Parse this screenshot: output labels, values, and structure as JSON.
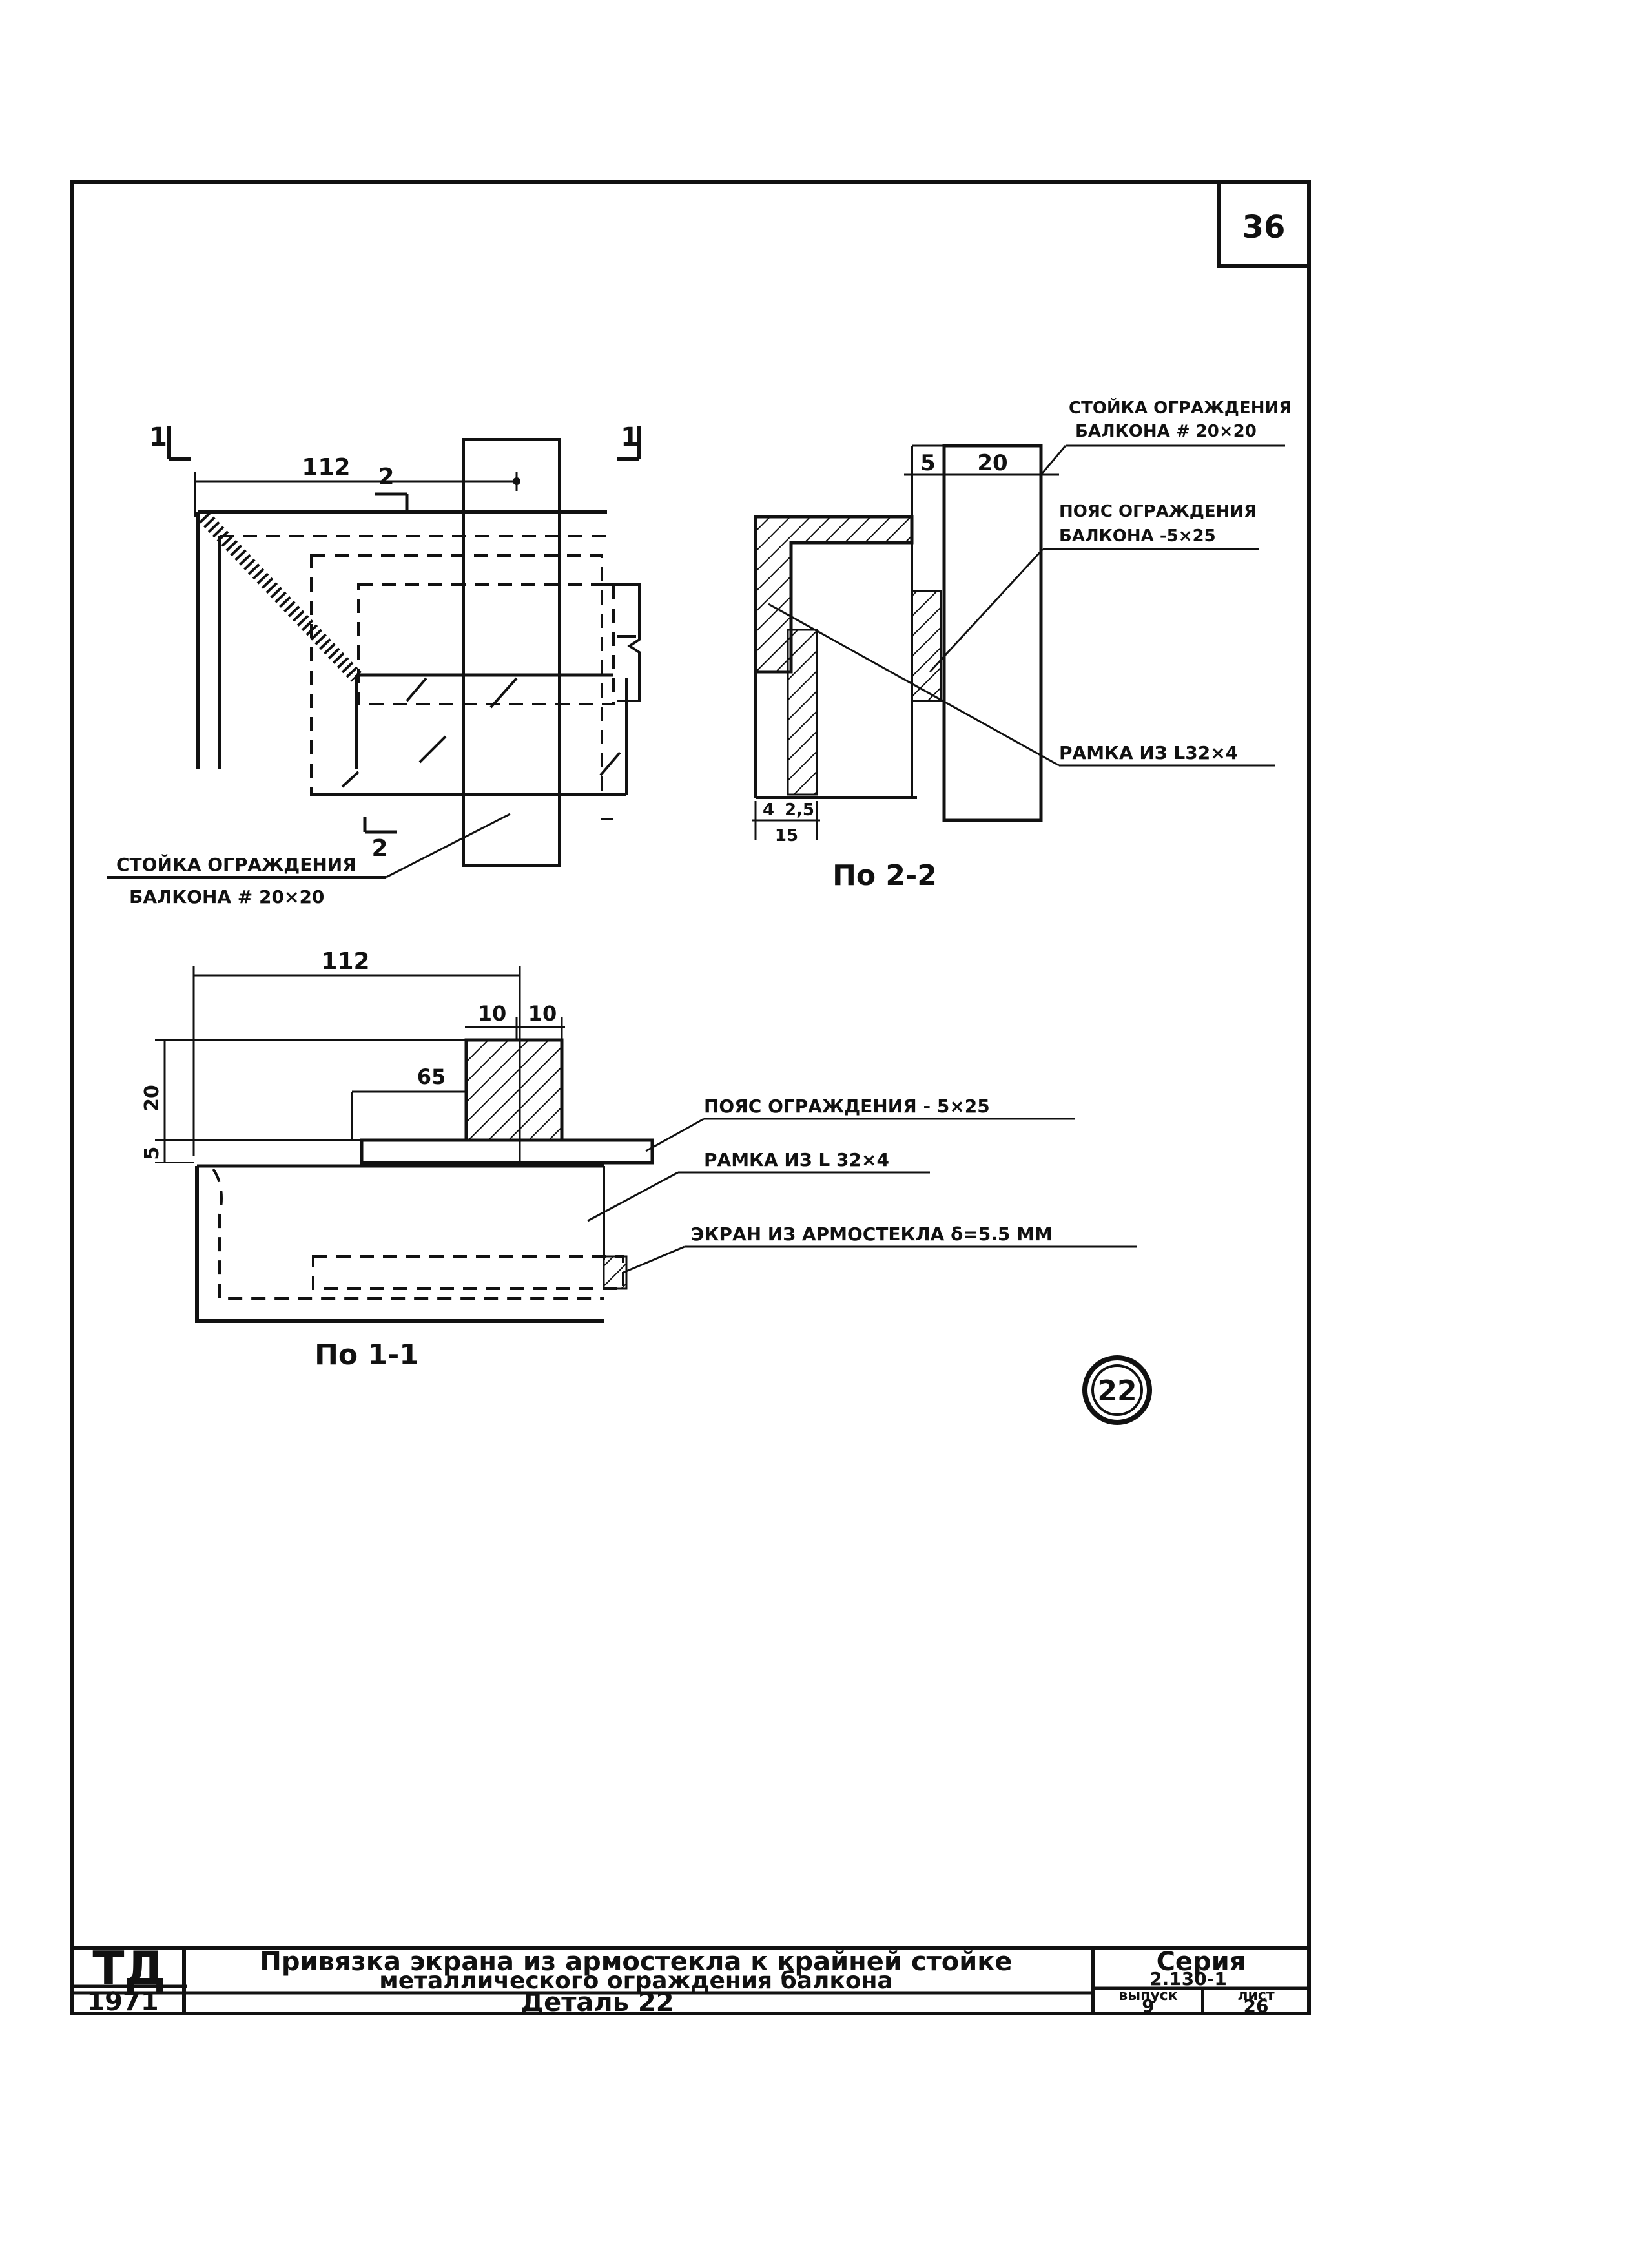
{
  "sheet_number": "36",
  "section_marks": {
    "one": "1",
    "two": "2"
  },
  "view_top": {
    "dim_112": "112",
    "label_post": [
      "СТОЙКА ОГРАЖДЕНИЯ",
      "БАЛКОНА # 20×20"
    ]
  },
  "section_2_2": {
    "title": "По 2-2",
    "dim_5": "5",
    "dim_20": "20",
    "dim_4": "4",
    "dim_2_5": "2,5",
    "dim_15": "15",
    "label_post": [
      "СТОЙКА ОГРАЖДЕНИЯ",
      "БАЛКОНА # 20×20"
    ],
    "label_belt": [
      "ПОЯС ОГРАЖДЕНИЯ",
      "БАЛКОНА -5×25"
    ],
    "label_frame": "РАМКА ИЗ L32×4"
  },
  "section_1_1": {
    "title": "По 1-1",
    "dim_112": "112",
    "dim_10a": "10",
    "dim_10b": "10",
    "dim_65": "65",
    "dim_20": "20",
    "dim_5": "5",
    "label_belt": "ПОЯС ОГРАЖДЕНИЯ - 5×25",
    "label_frame": "РАМКА ИЗ L 32×4",
    "label_screen": "ЭКРАН ИЗ АРМОСТЕКЛА δ=5.5 ММ"
  },
  "detail_marker": "22",
  "title_block": {
    "code": "ТД",
    "year": "1971",
    "title_line1": "Привязка экрана из армостекла к крайней стойке",
    "title_line2": "металлического ограждения балкона",
    "subtitle": "Деталь 22",
    "series_label": "Серия",
    "series_value": "2.130-1",
    "issue_label": "выпуск",
    "issue_value": "9",
    "sheet_label": "лист",
    "sheet_value": "26"
  }
}
